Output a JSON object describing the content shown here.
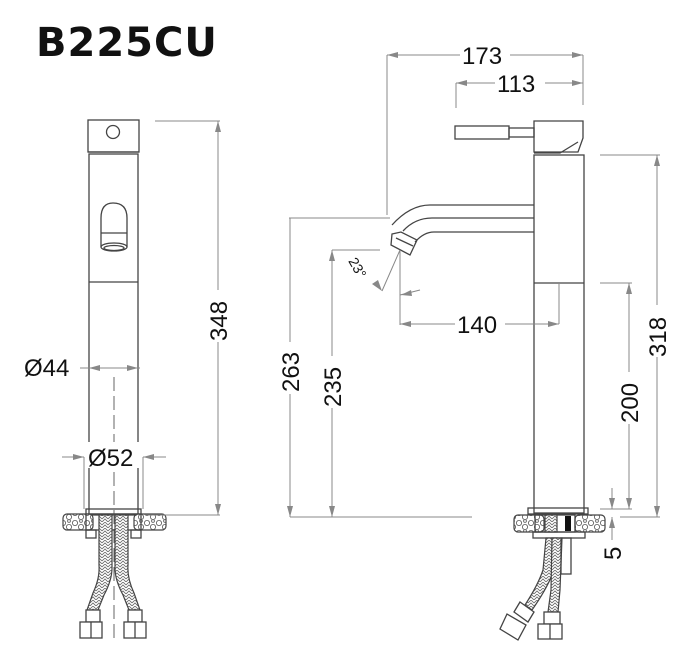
{
  "title": "B225CU",
  "front_view": {
    "dimensions": {
      "height": "348",
      "body_diameter": "Ø44",
      "base_diameter": "Ø52"
    }
  },
  "side_view": {
    "dimensions": {
      "overall_depth": "173",
      "handle_depth": "113",
      "spout_reach": "140",
      "spout_angle": "23°",
      "height_to_spout_top": "263",
      "height_to_spout_outlet": "235",
      "body_height": "318",
      "lower_body_height": "200",
      "base_ring": "5"
    }
  },
  "colors": {
    "outline": "#444444",
    "dimension_line": "#888888",
    "text": "#111111"
  }
}
